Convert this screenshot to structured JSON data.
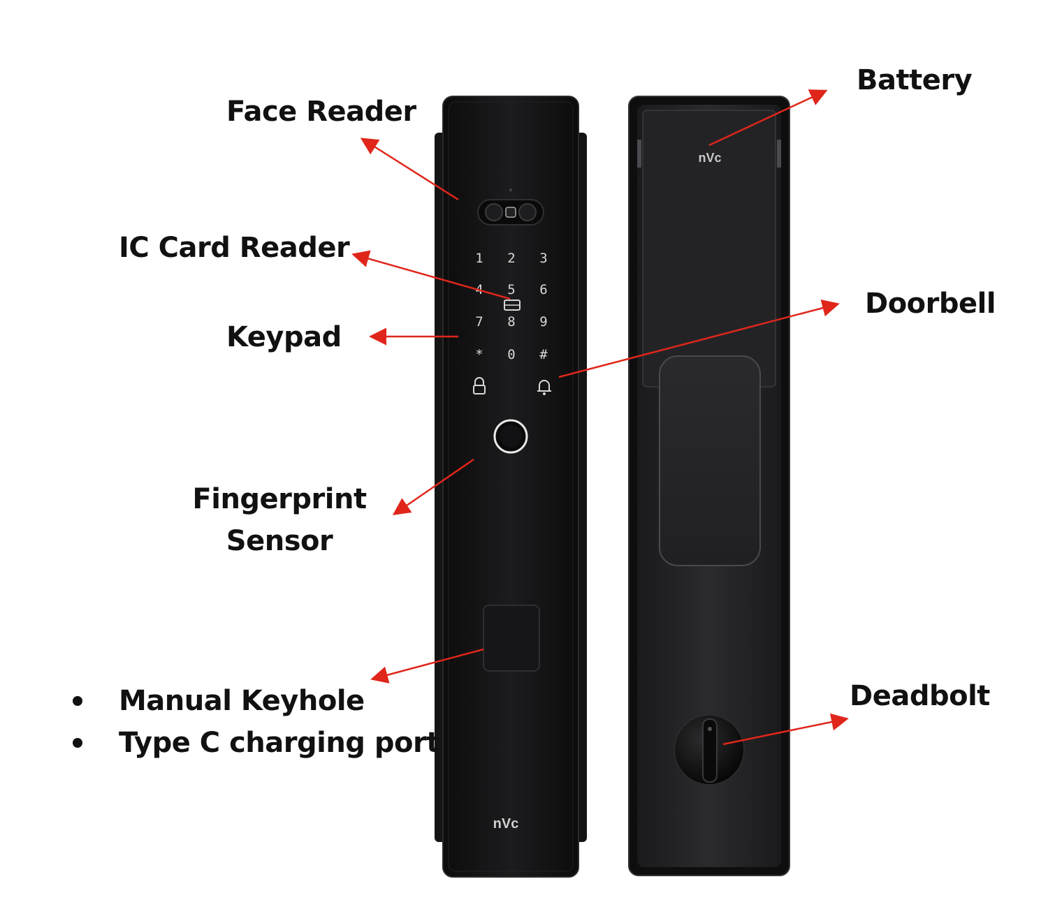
{
  "labels": {
    "face_reader": "Face Reader",
    "ic_card_reader": "IC Card Reader",
    "keypad": "Keypad",
    "fingerprint_line1": "Fingerprint",
    "fingerprint_line2": "Sensor",
    "battery": "Battery",
    "doorbell": "Doorbell",
    "deadbolt": "Deadbolt"
  },
  "bullets": [
    "Manual Keyhole",
    "Type C charging port"
  ],
  "keypad_keys": [
    "1",
    "2",
    "3",
    "4",
    "5",
    "6",
    "7",
    "8",
    "9",
    "*",
    "0",
    "#"
  ],
  "brand_logo": "nVc",
  "colors": {
    "arrow": "#e0261b",
    "lock_body": "#1b1b1d",
    "lock_face": "#111112",
    "key_glow": "#d8d8d8",
    "text": "#111111"
  }
}
